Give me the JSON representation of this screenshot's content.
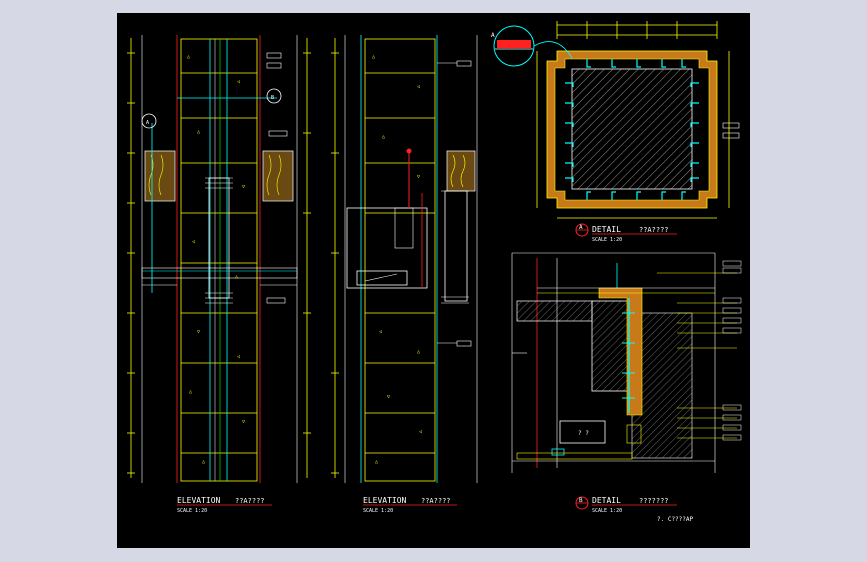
{
  "drawing": {
    "elevation_left": {
      "title": "ELEVATION",
      "code": "??A????",
      "scale": "SCALE 1:20"
    },
    "elevation_middle": {
      "title": "ELEVATION",
      "code": "??A????",
      "scale": "SCALE 1:20"
    },
    "detail_a": {
      "marker": "A",
      "title": "DETAIL",
      "code": "??A????",
      "scale": "SCALE 1:20"
    },
    "detail_b": {
      "marker": "B",
      "title": "DETAIL",
      "code": "???????",
      "scale": "SCALE 1:20"
    },
    "detail_b_box_text": "? ?",
    "corner_note": "?. C????AP",
    "callout_left_a": "A",
    "callout_left_b": "B",
    "callout_circle_mark": "A"
  },
  "colors": {
    "yellow": "#ffff00",
    "cyan": "#00ffff",
    "red": "#ff2020",
    "white": "#ffffff",
    "orange": "#c87a1a",
    "green": "#00ff00",
    "dark_brown": "#6a4a12"
  }
}
